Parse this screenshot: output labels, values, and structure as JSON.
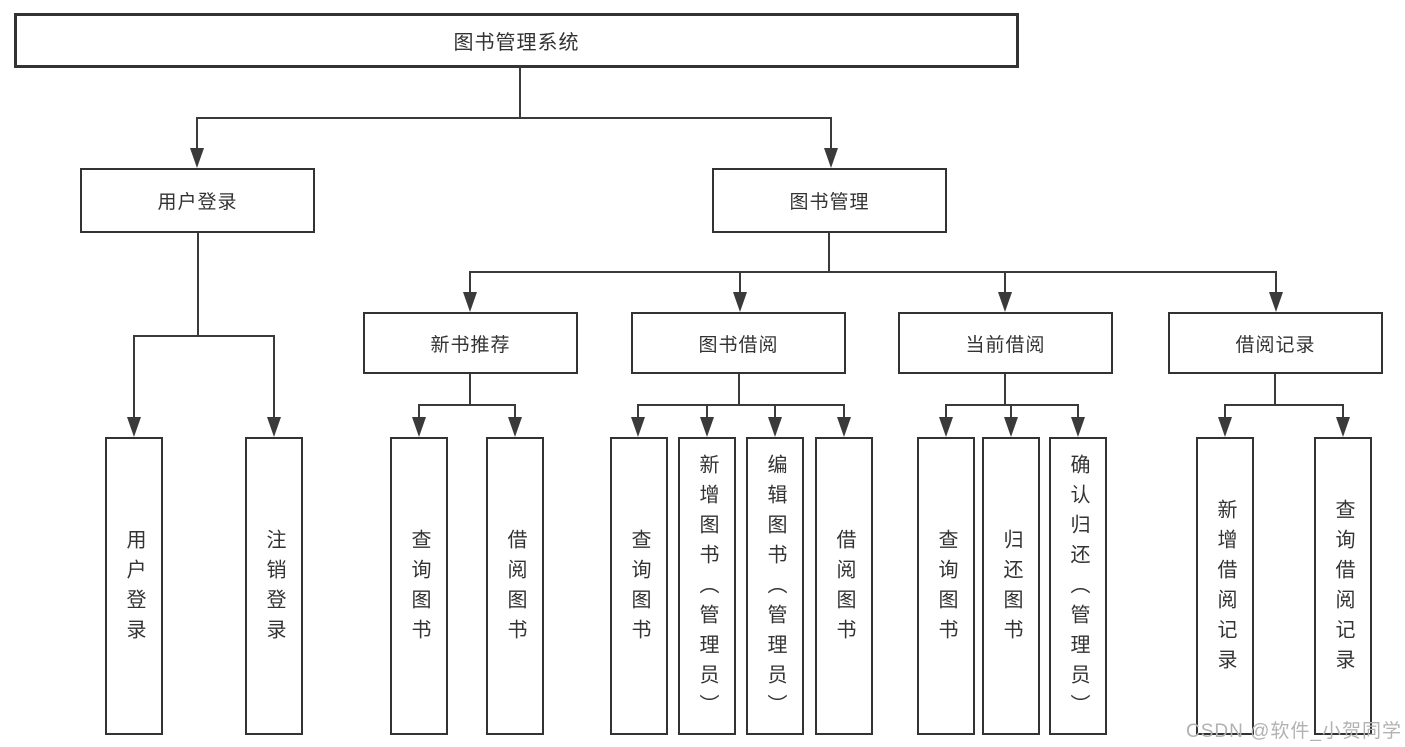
{
  "tree": {
    "root": "图书管理系统",
    "user_login": {
      "label": "用户登录",
      "children": [
        "用户登录",
        "注销登录"
      ]
    },
    "book_mgmt": {
      "label": "图书管理",
      "modules": [
        {
          "label": "新书推荐",
          "children": [
            "查询图书",
            "借阅图书"
          ]
        },
        {
          "label": "图书借阅",
          "children": [
            "查询图书",
            "新增图书（管理员）",
            "编辑图书（管理员）",
            "借阅图书"
          ]
        },
        {
          "label": "当前借阅",
          "children": [
            "查询图书",
            "归还图书",
            "确认归还（管理员）"
          ]
        },
        {
          "label": "借阅记录",
          "children": [
            "新增借阅记录",
            "查询借阅记录"
          ]
        }
      ]
    },
    "watermark": "CSDN @软件_小贺同学",
    "colors": {
      "line": "#3a3a3a",
      "border": "#333333",
      "text": "#333333",
      "background": "#ffffff",
      "watermark": "#b2b2b2"
    }
  }
}
